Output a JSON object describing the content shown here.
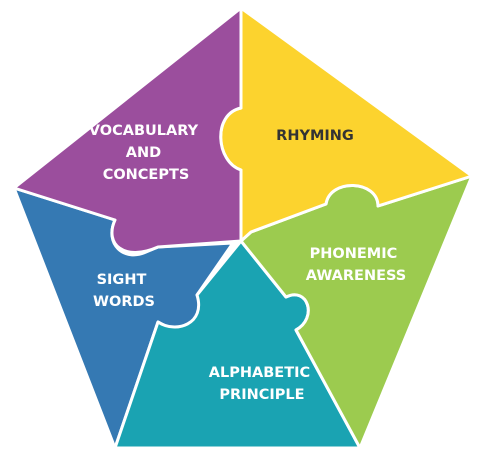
{
  "pieces": [
    {
      "id": "vocabulary",
      "lines": [
        "VOCABULARY",
        "AND",
        "CONCEPTS"
      ],
      "color": "#9b4e9d",
      "text_color": "#ffffff"
    },
    {
      "id": "rhyming",
      "lines": [
        "RHYMING"
      ],
      "color": "#fcd32e",
      "text_color": "#333333"
    },
    {
      "id": "phonemic",
      "lines": [
        "PHONEMIC",
        "AWARENESS"
      ],
      "color": "#9ccb4f",
      "text_color": "#ffffff"
    },
    {
      "id": "alphabetic",
      "lines": [
        "ALPHABETIC",
        "PRINCIPLE"
      ],
      "color": "#1aa3b2",
      "text_color": "#ffffff"
    },
    {
      "id": "sight",
      "lines": [
        "SIGHT",
        "WORDS"
      ],
      "color": "#3579b3",
      "text_color": "#ffffff"
    }
  ]
}
